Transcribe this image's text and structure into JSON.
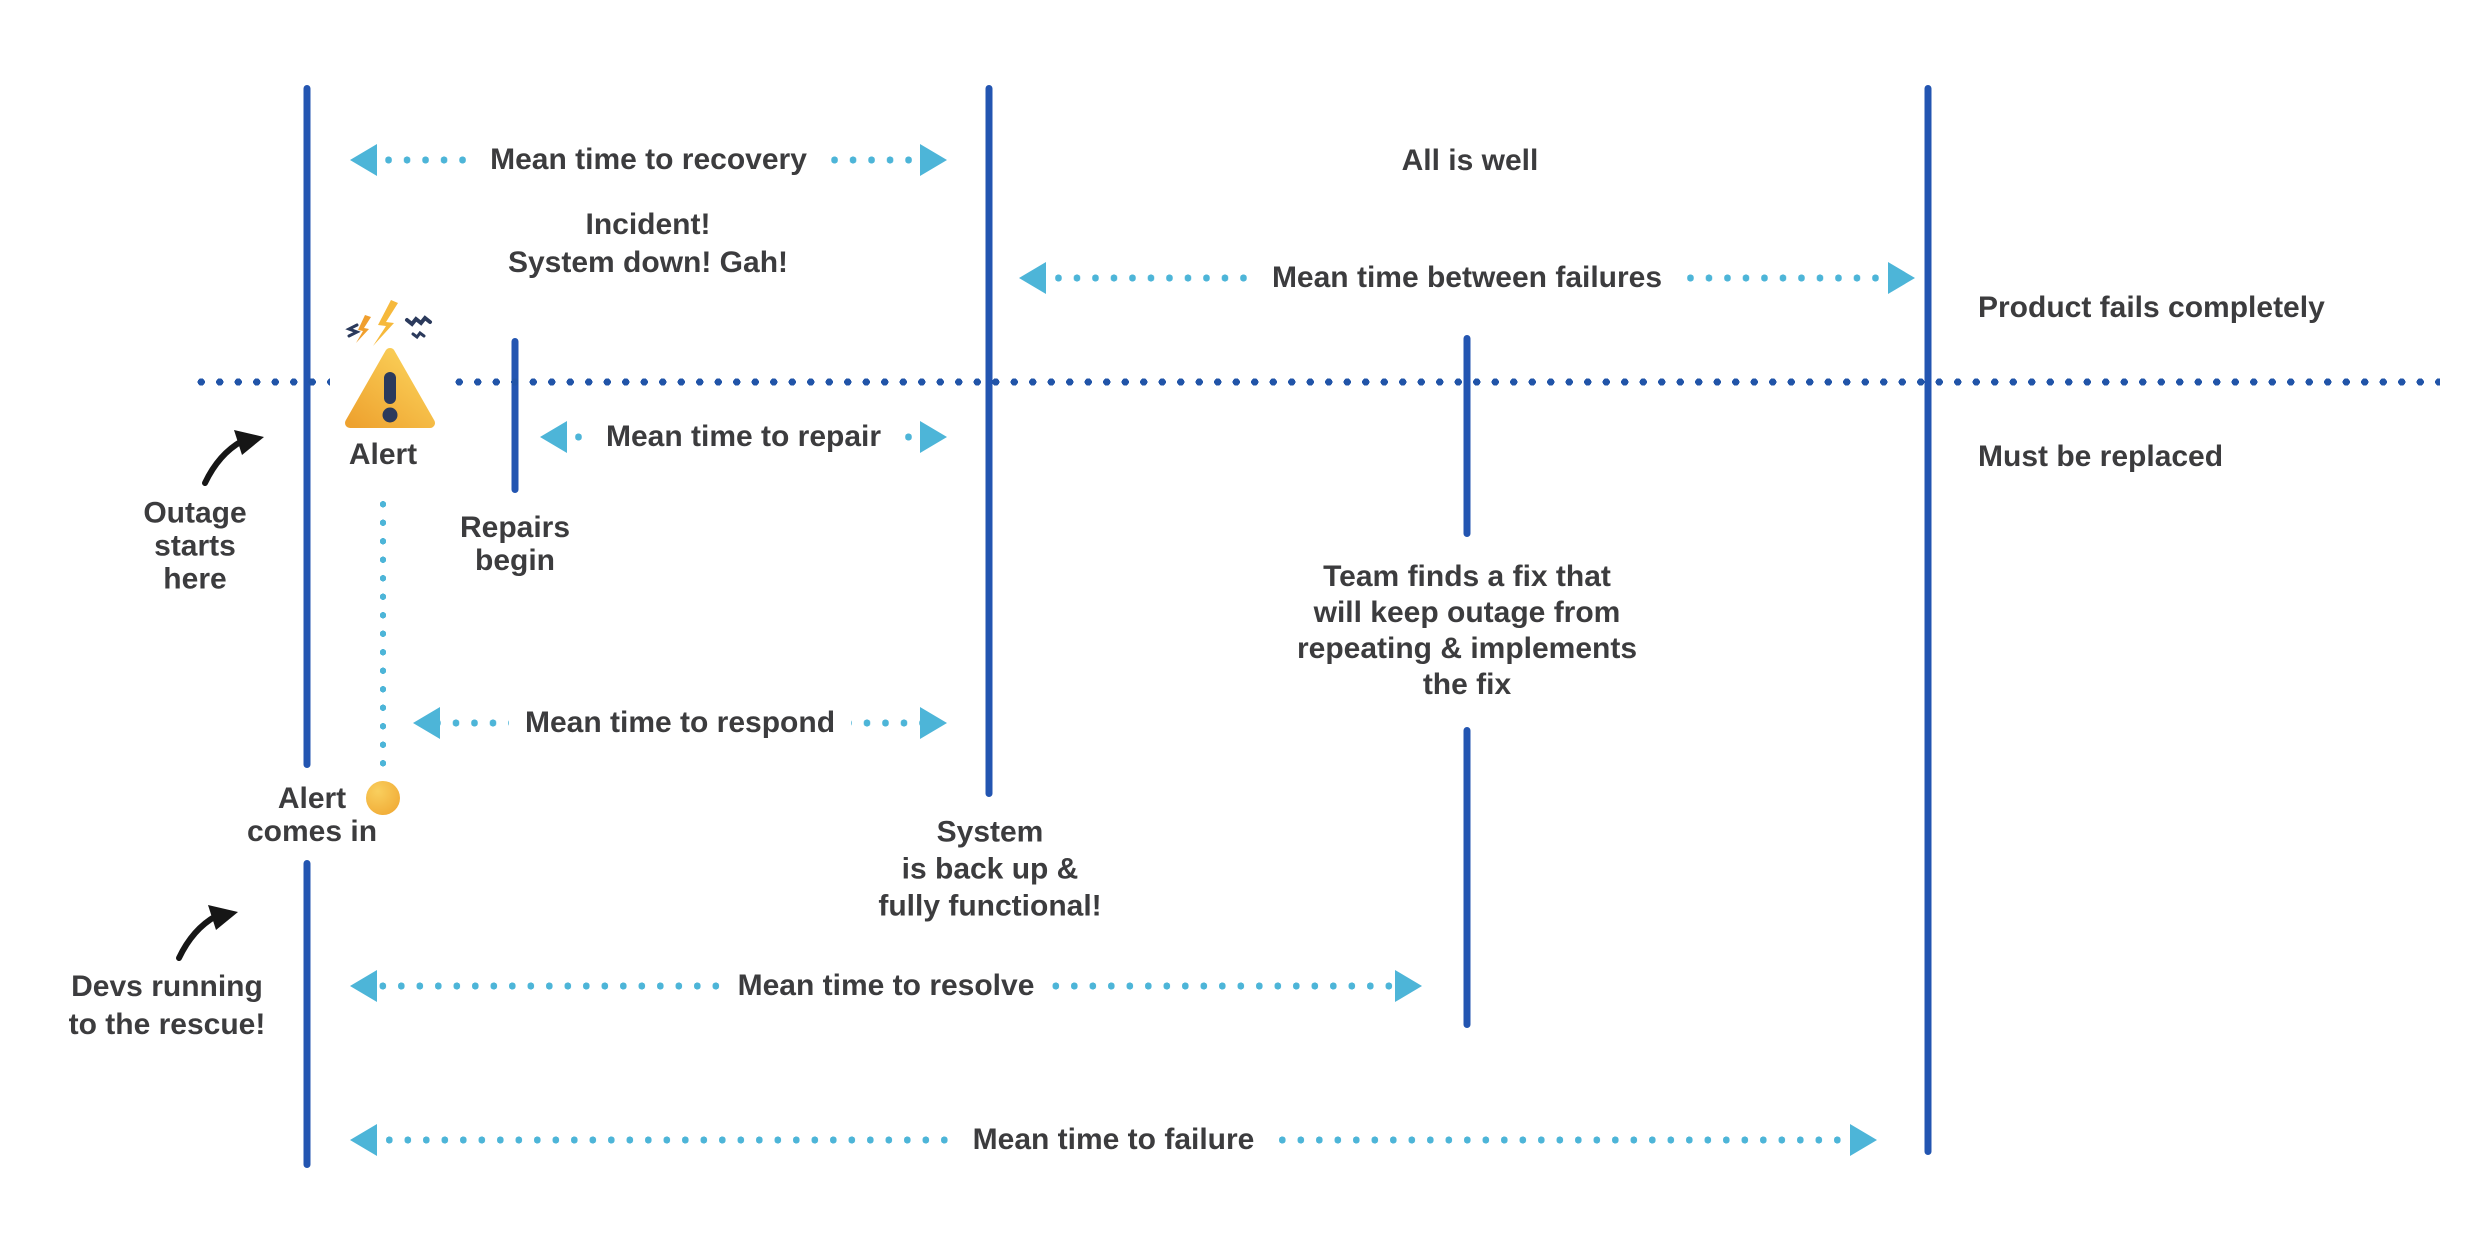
{
  "diagram": {
    "arrows": {
      "recovery": {
        "label": "Mean time to recovery"
      },
      "between_failures": {
        "label": "Mean time between failures"
      },
      "repair": {
        "label": "Mean time to repair"
      },
      "respond": {
        "label": "Mean time to respond"
      },
      "resolve": {
        "label": "Mean time to resolve"
      },
      "failure": {
        "label": "Mean time to failure"
      }
    },
    "annotations": {
      "incident": "Incident!\nSystem down! Gah!",
      "all_is_well": "All is well",
      "product_fails": "Product fails completely",
      "must_be_replaced": "Must be replaced",
      "outage_starts": "Outage\nstarts\nhere",
      "alert": "Alert",
      "repairs_begin": "Repairs\nbegin",
      "alert_comes_in": "Alert\ncomes in",
      "system_back_up": "System\nis back up &\nfully functional!",
      "team_fix": "Team finds a fix that\nwill keep outage from\nrepeating & implements\nthe fix",
      "devs_running": "Devs running\nto the rescue!"
    },
    "icons": {
      "warning": "warning-triangle-icon",
      "alert_dot": "alert-dot-icon",
      "outage_pointer": "curved-arrow-icon",
      "devs_pointer": "curved-arrow-icon"
    },
    "colors": {
      "timeline_blue": "#2355b1",
      "baseline_dot_blue": "#2154a8",
      "arrow_cyan": "#4db5d8",
      "text_gray": "#3c3c3e",
      "alert_orange": "#f2b544",
      "navy": "#2b3a5c",
      "pointer_black": "#161616"
    }
  }
}
